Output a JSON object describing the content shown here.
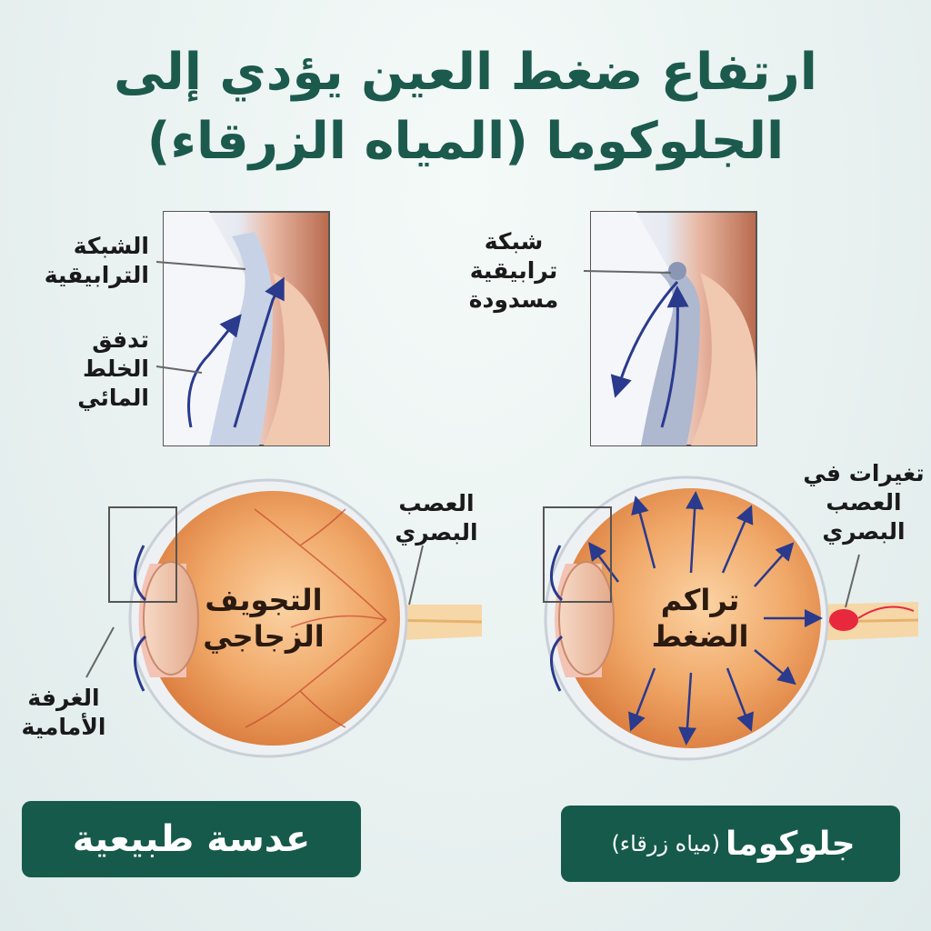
{
  "title": {
    "line1": "ارتفاع ضغط العين يؤدي إلى",
    "line2": "الجلوكوما (المياه الزرقاء)"
  },
  "left_panel": {
    "label_trabecular_line1": "الشبكة",
    "label_trabecular_line2": "الترابيقية",
    "label_flow_line1": "تدفق",
    "label_flow_line2": "الخلط",
    "label_flow_line3": "المائي",
    "label_vitreous_line1": "التجويف",
    "label_vitreous_line2": "الزجاجي",
    "label_nerve_line1": "العصب",
    "label_nerve_line2": "البصري",
    "label_chamber_line1": "الغرفة",
    "label_chamber_line2": "الأمامية",
    "caption": "عدسة طبيعية"
  },
  "right_panel": {
    "label_blocked_line1": "شبكة",
    "label_blocked_line2": "ترابيقية",
    "label_blocked_line3": "مسدودة",
    "label_pressure_line1": "تراكم",
    "label_pressure_line2": "الضغط",
    "label_nerve_change_line1": "تغيرات في",
    "label_nerve_change_line2": "العصب",
    "label_nerve_change_line3": "البصري",
    "caption_main": "جلوكوما",
    "caption_sub": "(مياه زرقاء)"
  },
  "colors": {
    "title": "#1c5a4d",
    "button": "#165a4b",
    "eyeball": "#e89a5a",
    "arrow": "#2a3a8c",
    "nerve_damage": "#e8283c"
  }
}
